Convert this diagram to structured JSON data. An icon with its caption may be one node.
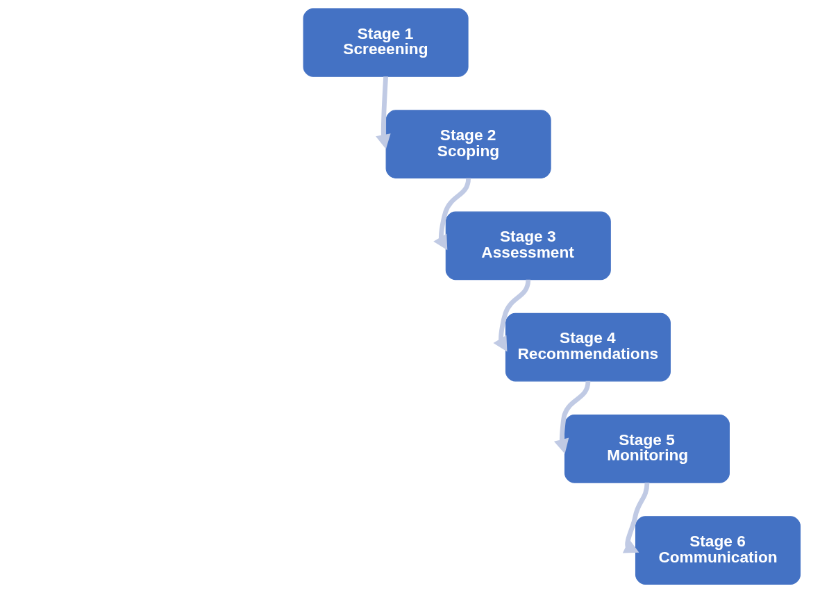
{
  "diagram": {
    "nodes": [
      {
        "text": [
          "Stage 1",
          "Screeening"
        ]
      },
      {
        "text": [
          "Stage 2",
          "Scoping"
        ]
      },
      {
        "text": [
          "Stage 3",
          "Assessment"
        ]
      },
      {
        "text": [
          "Stage 4",
          "Recommendations"
        ]
      },
      {
        "text": [
          "Stage 5",
          "Monitoring"
        ]
      },
      {
        "text": [
          "Stage 6",
          "Communication"
        ]
      }
    ],
    "edges": [
      {
        "from": 0,
        "to": 1,
        "arrow": "to"
      },
      {
        "from": 1,
        "to": 2,
        "arrow": "to"
      },
      {
        "from": 2,
        "to": 3,
        "arrow": "to"
      },
      {
        "from": 3,
        "to": 4,
        "arrow": "to"
      },
      {
        "from": 4,
        "to": 5,
        "arrow": "to"
      }
    ]
  }
}
